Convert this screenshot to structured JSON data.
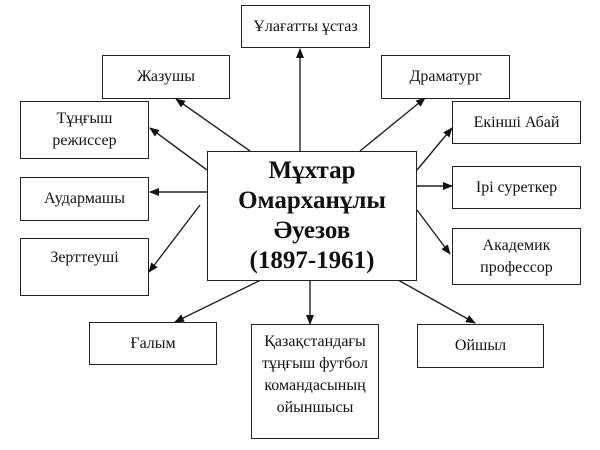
{
  "center": {
    "name_line1": "Мұхтар",
    "name_line2": "Омарханұлы",
    "name_line3": "Әуезов",
    "years": "(1897-1961)"
  },
  "nodes": {
    "teacher": "Ұлағатты ұстаз",
    "writer": "Жазушы",
    "playwright": "Драматург",
    "director": "Тұңғыш\nрежиссер",
    "second_abai": "Екінші Абай",
    "translator": "Аудармашы",
    "great_artist": "Ірі суреткер",
    "researcher": "Зерттеуші",
    "academician": "Академик\nпрофессор",
    "scientist": "Ғалым",
    "football": "Қазақстандағы\nтұңғыш футбол\nкомандасының\nойыншысы",
    "thinker": "Ойшыл"
  }
}
